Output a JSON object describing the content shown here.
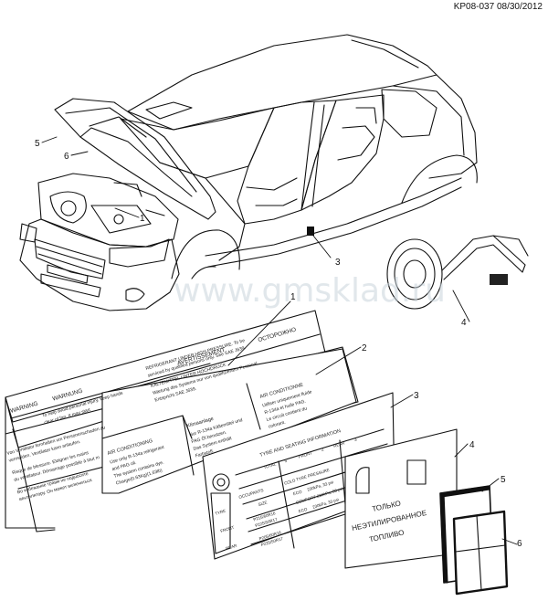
{
  "header": {
    "doc_id": "KP08-037 08/30/2012"
  },
  "watermark": "www.gmsklad.ru",
  "callouts": [
    "1",
    "2",
    "3",
    "4",
    "5",
    "6"
  ],
  "labels": {
    "warning_label": {
      "headers": [
        "WARNING",
        "WARNUNG",
        "AVERTISSEMENT",
        "ОСТОРОЖНО"
      ],
      "lines": [
        "To help avoid personal injury, keep hands",
        "clear of fan. It may start",
        "Von Ventilator fernhalten um Personenschaden zu",
        "vermeiden. Ventilator kann anlaufen.",
        "Risque de blessure. Eloigner les mains",
        "du ventilateur. Démarrage possible à tout m",
        "Во избежание травм не подносите",
        "вентилятору. Он может включиться"
      ]
    },
    "refrigerant_label": {
      "lines": [
        "REFRIGERANT UNDER HIGH PRESSURE. To be",
        "serviced by qualified persons only. See SAE J639.",
        "KÄLTEMITTEL UNTER HOCHDRUCK",
        "Wartung des Systems nur von qualifiziertem Personal.",
        "Entspricht SAE J639."
      ]
    },
    "ac_label": {
      "headers": [
        "AIR CONDITIONING",
        "Klimaanlage",
        "AIR CONDITIONNE"
      ],
      "lines": [
        "Use only R-134a refrigerant",
        "and PAG oil.",
        "The system contains dye.",
        "Charge(0.63Kg)(1.63lb)",
        "Nur R-134a Kältemittel und",
        "PAG Öl benutzen.",
        "Das System enthält",
        "Farbstoff.",
        "Utiliser uniquement fluide",
        "R-134a et huile PAG.",
        "Le circuit contient du",
        "colorant."
      ]
    },
    "tire_label": {
      "title": "TYRE AND SEATING INFORMATION",
      "row1": [
        "TOTAL",
        "5",
        "FRONT",
        "2",
        "REAR",
        "3"
      ],
      "col_head": [
        "OCCUPANTS",
        "COLD TYRE PRESSURE"
      ],
      "size_head": "SIZE",
      "rows": [
        "TYRE",
        "FRONT",
        "REAR"
      ],
      "sizes": [
        "P215/60R16",
        "P225/50R17",
        "P205/60R16",
        "P225/50R17"
      ],
      "pressures": [
        "230kPa, 33 psi",
        "230kPa, 33 psi",
        "230kPa, 33 psi"
      ],
      "modes": [
        "ECO",
        "COMFORT",
        "ECO"
      ]
    },
    "fuel_label": {
      "lines": [
        "ТОЛЬКО",
        "НЕЭТИЛИРОВАННОЕ",
        "ТОПЛИВО"
      ]
    }
  }
}
